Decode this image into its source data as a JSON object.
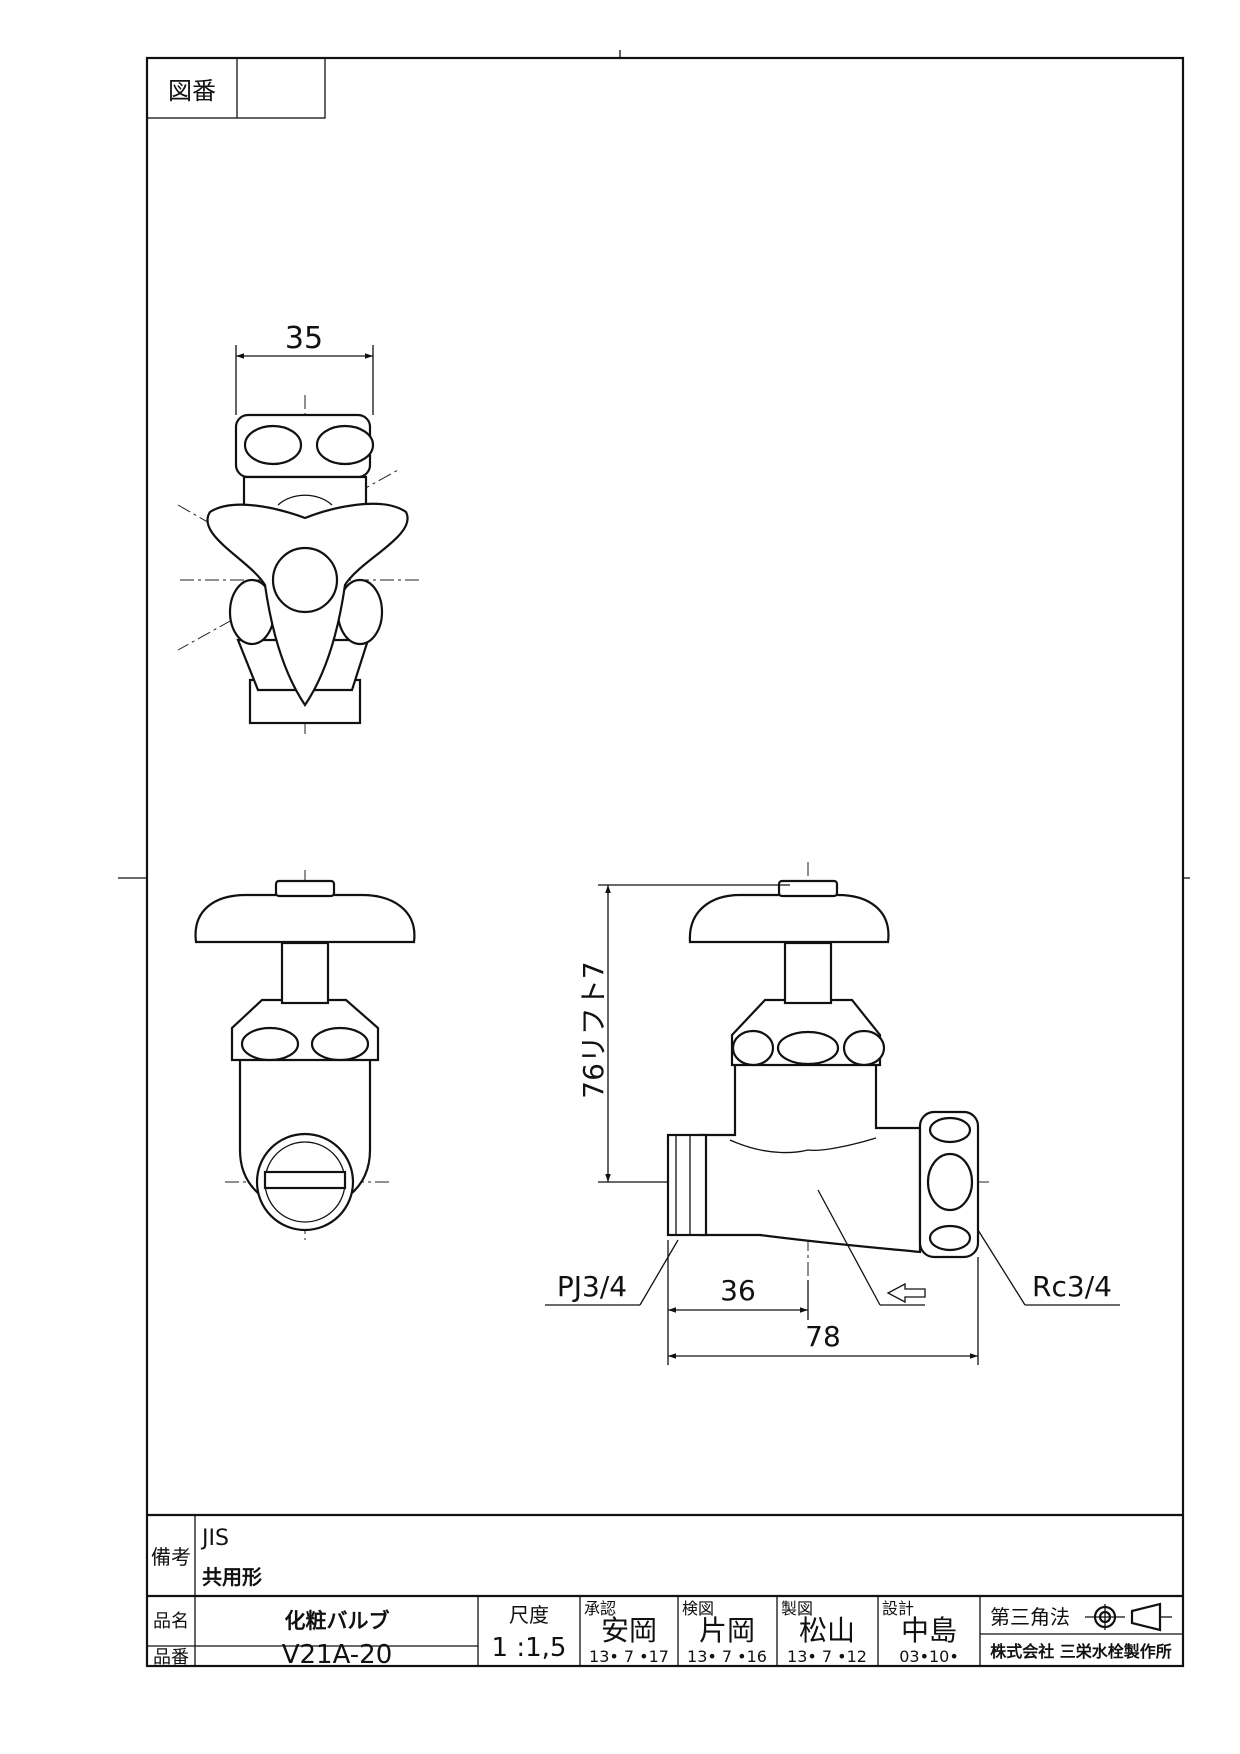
{
  "drawing_number": {
    "label": "図番",
    "value": ""
  },
  "dimensions": {
    "handle_width": "35",
    "lift_height": "76リフト7",
    "inlet_thread": "PJ3/4",
    "outlet_thread": "Rc3/4",
    "center_to_inlet": "36",
    "overall_length": "78"
  },
  "notes": {
    "label": "備考",
    "line1": "JIS",
    "line2": "共用形"
  },
  "title_block": {
    "product_name_label": "品名",
    "product_name": "化粧バルブ",
    "product_number_label": "品番",
    "product_number": "V21A-20",
    "scale_label": "尺度",
    "scale_value": "1 :1,5",
    "approval": {
      "label": "承認",
      "name": "安岡",
      "date": "13• 7 •17"
    },
    "check": {
      "label": "検図",
      "name": "片岡",
      "date": "13• 7 •16"
    },
    "drafting": {
      "label": "製図",
      "name": "松山",
      "date": "13• 7 •12"
    },
    "design": {
      "label": "設計",
      "name": "中島",
      "date": "03•10•"
    },
    "projection_label": "第三角法",
    "company": "株式会社 三栄水栓製作所"
  }
}
